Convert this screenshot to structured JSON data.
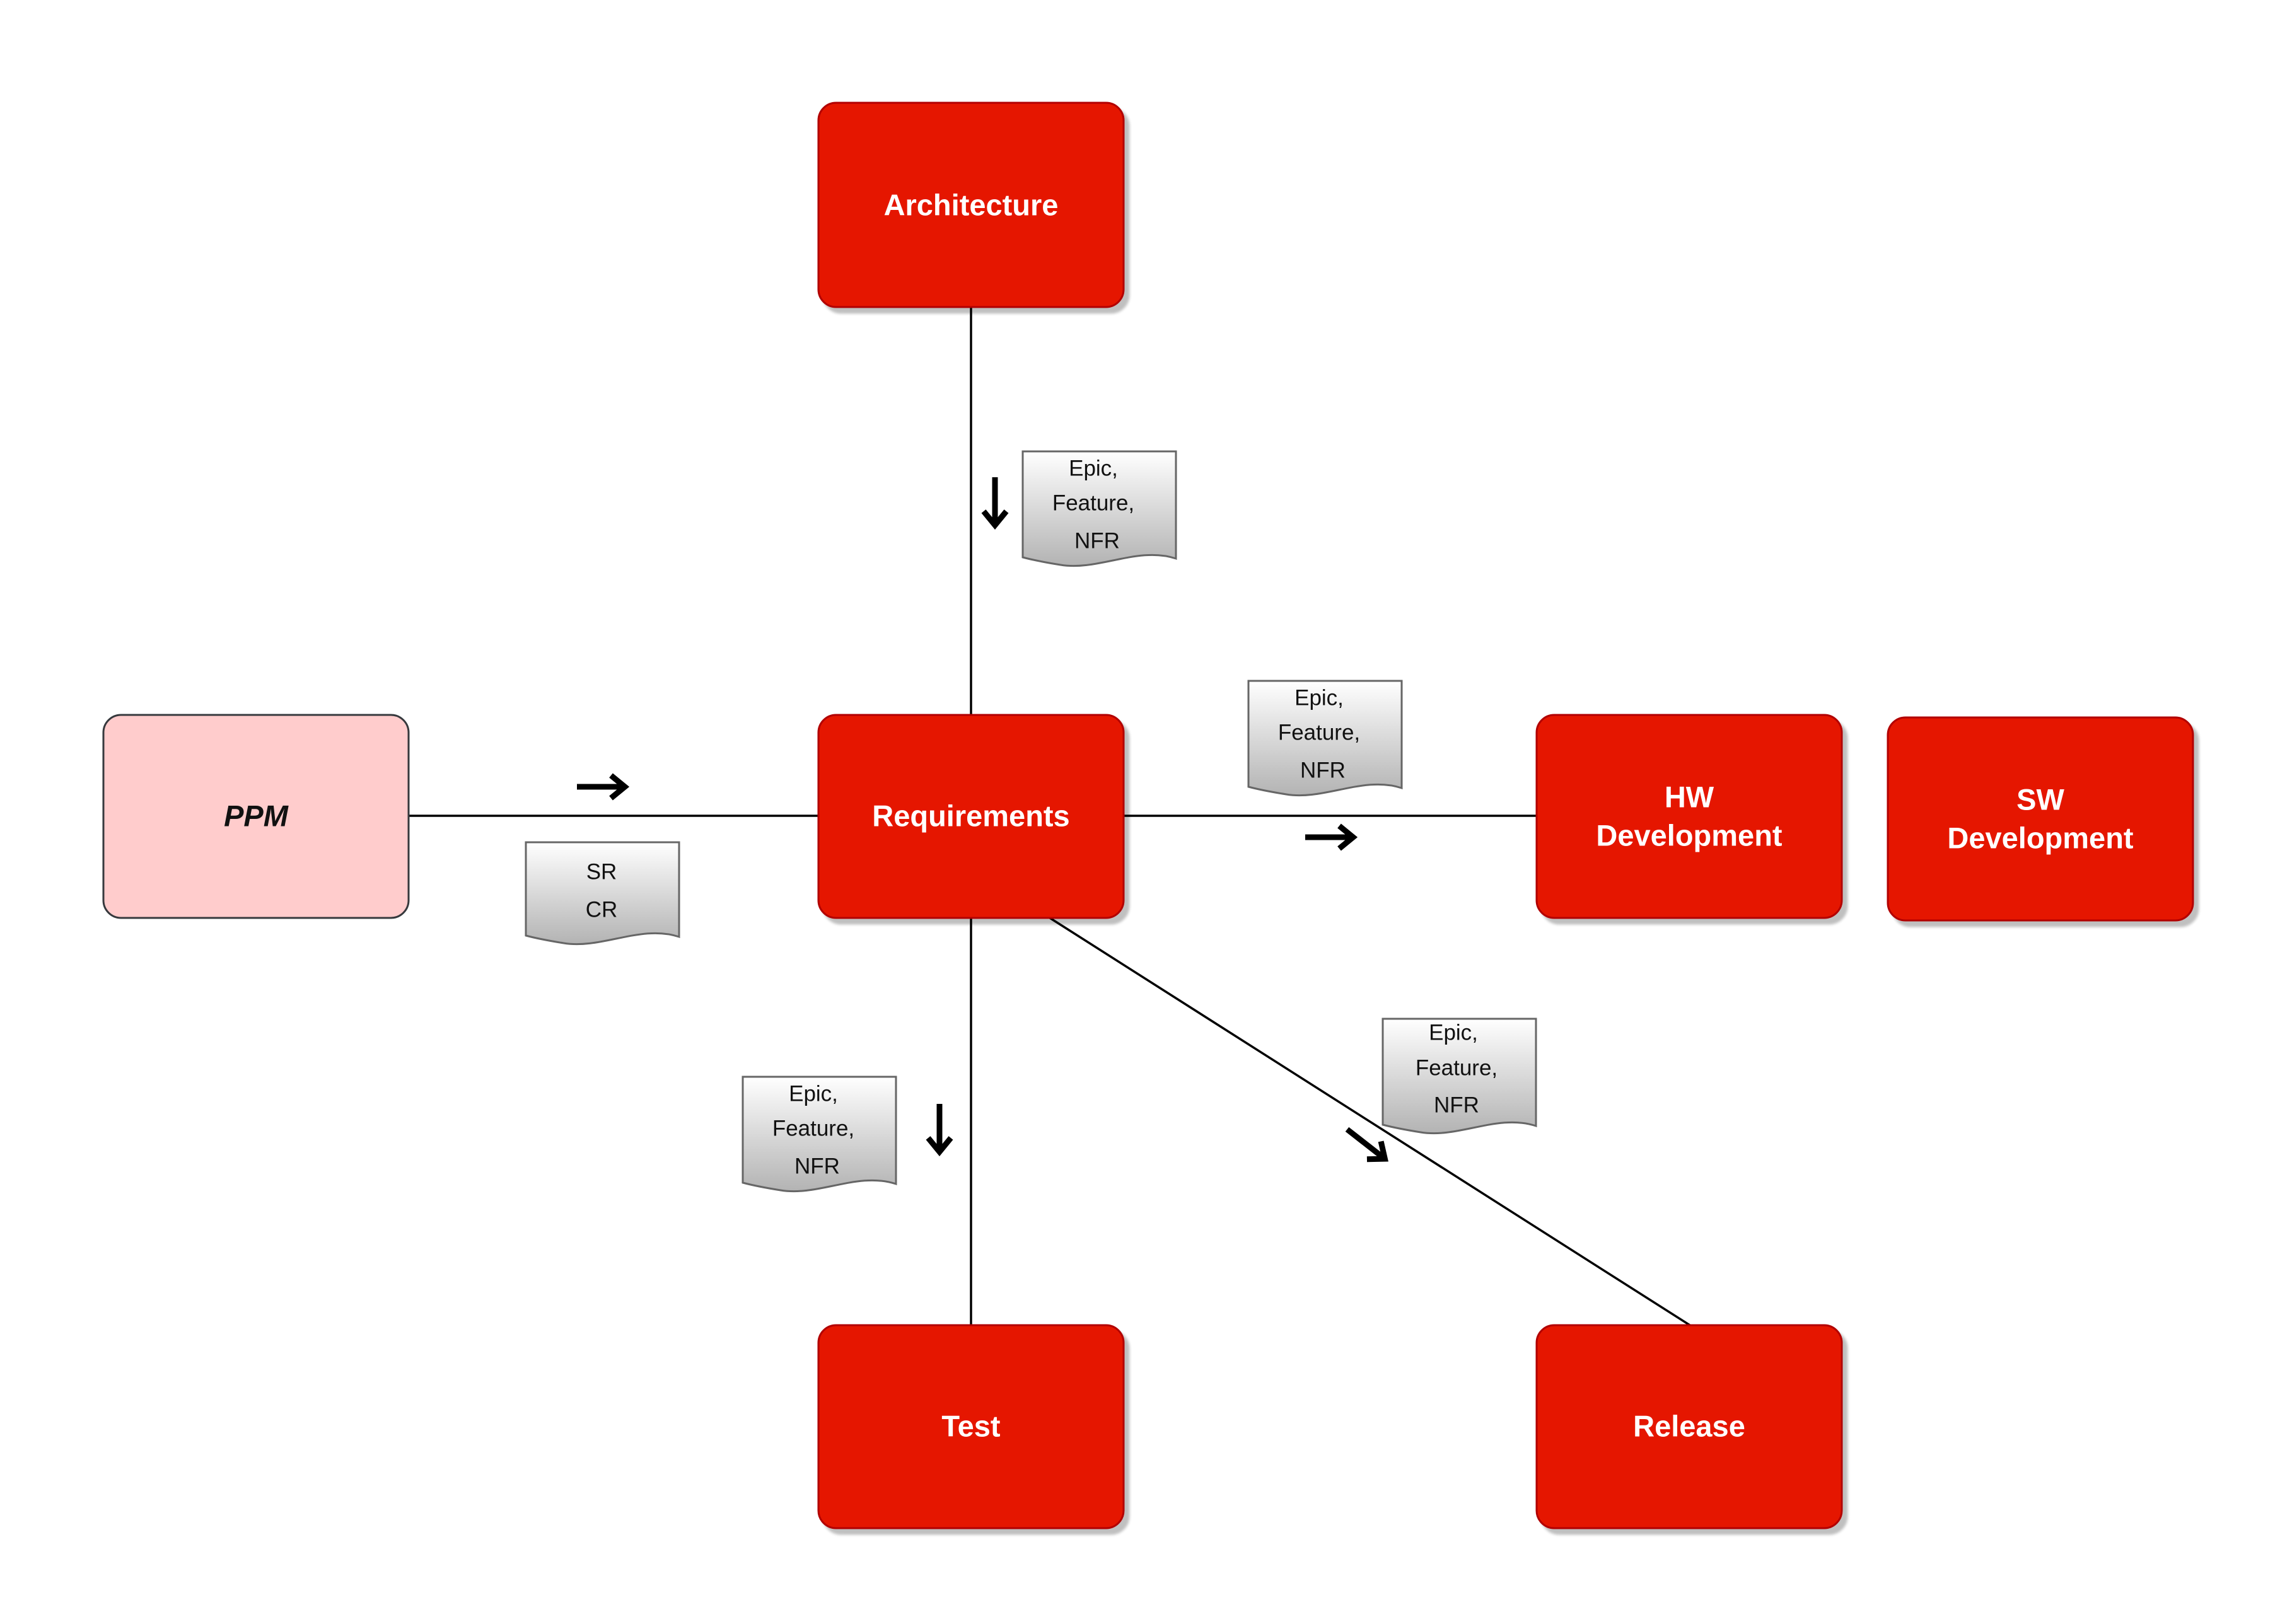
{
  "colors": {
    "node_fill": "#e51400",
    "node_stroke": "#b20000",
    "ppm_fill": "#ffcccc",
    "ppm_stroke": "#36393d",
    "doc_fill_top": "#ffffff",
    "doc_fill_bottom": "#b3b3b3",
    "doc_stroke": "#666666",
    "edge": "#000000"
  },
  "nodes": {
    "architecture": "Architecture",
    "requirements": "Requirements",
    "ppm": "PPM",
    "hw_development": [
      "HW",
      "Development"
    ],
    "sw_development": [
      "SW",
      "Development"
    ],
    "test": "Test",
    "release": "Release"
  },
  "documents": {
    "arch_to_req": [
      "Epic,",
      "Feature,",
      "NFR"
    ],
    "ppm_to_req": [
      "SR",
      "CR"
    ],
    "req_to_hw": [
      "Epic,",
      "Feature,",
      "NFR"
    ],
    "req_to_test": [
      "Epic,",
      "Feature,",
      "NFR"
    ],
    "req_to_release": [
      "Epic,",
      "Feature,",
      "NFR"
    ]
  },
  "icons": {
    "flow_arrow": "arrow-right-icon"
  }
}
